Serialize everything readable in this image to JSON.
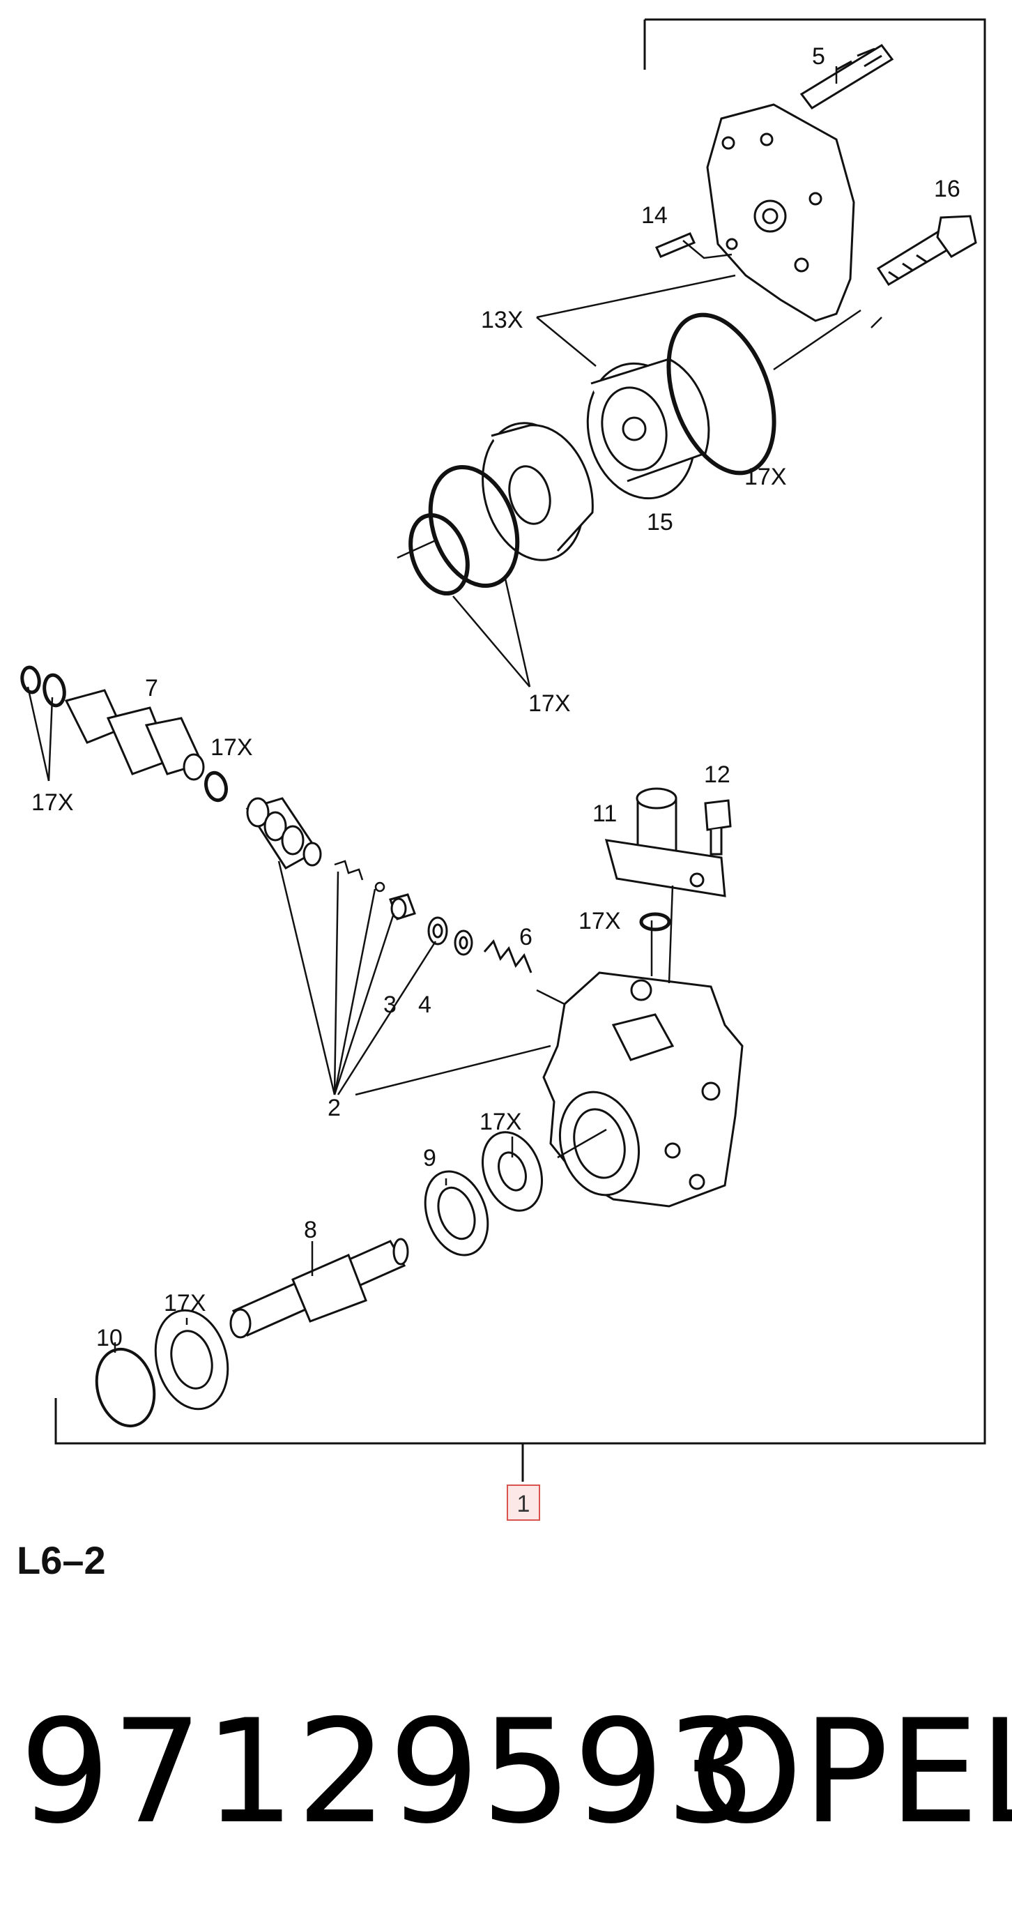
{
  "diagram": {
    "callouts": {
      "c5": "5",
      "c16": "16",
      "c14": "14",
      "c13x": "13X",
      "c17x_ring_right": "17X",
      "c15": "15",
      "c17x_rings_bottom": "17X",
      "c7": "7",
      "c17x_valve_oring": "17X",
      "c17x_left_orings": "17X",
      "c12": "12",
      "c11": "11",
      "c17x_fitting": "17X",
      "c6": "6",
      "c3": "3",
      "c4": "4",
      "c2": "2",
      "c17x_seal_mid": "17X",
      "c9": "9",
      "c8": "8",
      "c17x_seal_low": "17X",
      "c10": "10"
    },
    "reference_box": "1"
  },
  "code_label": "L6–2",
  "part_number": "97129593",
  "brand": "OPEL",
  "colors": {
    "line": "#111111",
    "ref_box_border": "#d9534f",
    "ref_box_fill": "#fde8e8"
  }
}
